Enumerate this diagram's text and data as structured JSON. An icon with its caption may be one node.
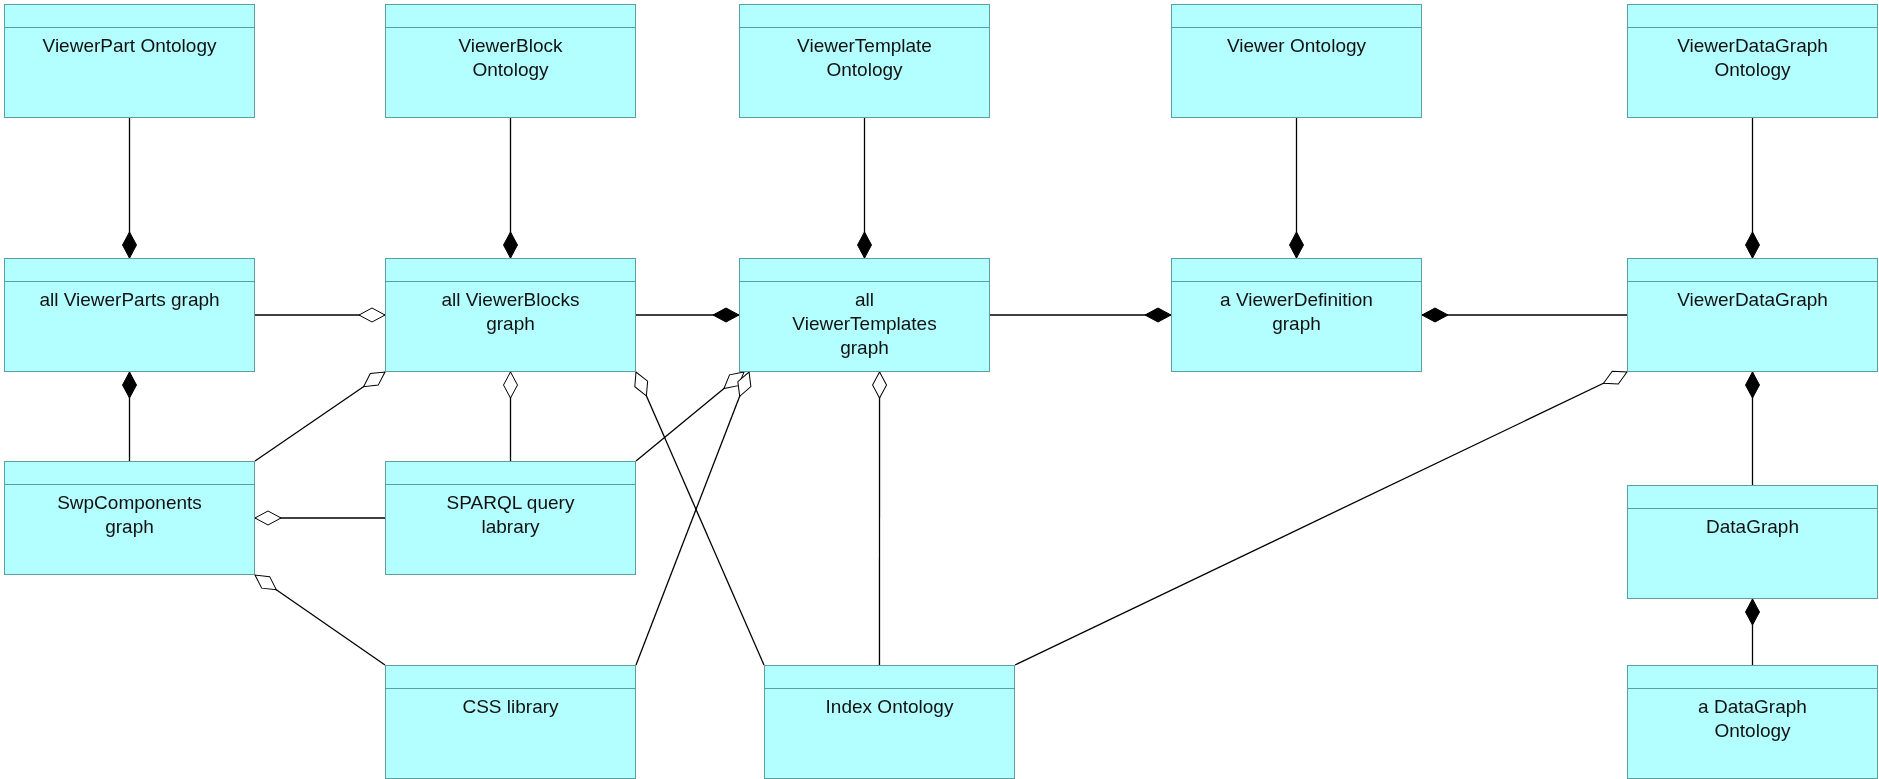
{
  "diagram": {
    "nodes": [
      {
        "text": [
          "ViewerPart Ontology"
        ]
      },
      {
        "text": [
          "ViewerBlock Ontology"
        ]
      },
      {
        "text": [
          "ViewerTemplate Ontology"
        ]
      },
      {
        "text": [
          "Viewer Ontology"
        ]
      },
      {
        "text": [
          "ViewerDataGraph Ontology"
        ]
      },
      {
        "text": [
          "all ViewerParts graph"
        ]
      },
      {
        "text": [
          "all ViewerBlocks graph"
        ]
      },
      {
        "text": [
          "all ViewerTemplates graph"
        ]
      },
      {
        "text": [
          "a ViewerDefinition graph"
        ]
      },
      {
        "text": [
          "ViewerDataGraph"
        ]
      },
      {
        "text": [
          "SwpComponents graph"
        ]
      },
      {
        "text": [
          "SPARQL query labrary"
        ]
      },
      {
        "text": [
          "DataGraph"
        ]
      },
      {
        "text": [
          "CSS library"
        ]
      },
      {
        "text": [
          "Index Ontology"
        ]
      },
      {
        "text": [
          "a DataGraph Ontology"
        ]
      }
    ],
    "edges": [
      {
        "from": 0,
        "to": 5,
        "arrow": "other"
      },
      {
        "from": 1,
        "to": 6,
        "arrow": "other"
      },
      {
        "from": 2,
        "to": 7,
        "arrow": "other"
      },
      {
        "from": 3,
        "to": 8,
        "arrow": "other"
      },
      {
        "from": 4,
        "to": 9,
        "arrow": "other"
      },
      {
        "from": 5,
        "to": 6,
        "arrow": "other"
      },
      {
        "from": 6,
        "to": 7,
        "arrow": "other"
      },
      {
        "from": 7,
        "to": 8,
        "arrow": "other"
      },
      {
        "from": 9,
        "to": 8,
        "arrow": "other"
      },
      {
        "from": 10,
        "to": 5,
        "arrow": "other"
      },
      {
        "from": 10,
        "to": 6,
        "arrow": "other"
      },
      {
        "from": 11,
        "to": 6,
        "arrow": "other"
      },
      {
        "from": 11,
        "to": 10,
        "arrow": "other"
      },
      {
        "from": 11,
        "to": 7,
        "arrow": "other"
      },
      {
        "from": 13,
        "to": 7,
        "arrow": "other"
      },
      {
        "from": 13,
        "to": 10,
        "arrow": "other"
      },
      {
        "from": 14,
        "to": 6,
        "arrow": "other"
      },
      {
        "from": 14,
        "to": 7,
        "arrow": "other"
      },
      {
        "from": 14,
        "to": 9,
        "arrow": "other"
      },
      {
        "from": 12,
        "to": 9,
        "arrow": "other"
      },
      {
        "from": 15,
        "to": 12,
        "arrow": "other"
      }
    ]
  }
}
